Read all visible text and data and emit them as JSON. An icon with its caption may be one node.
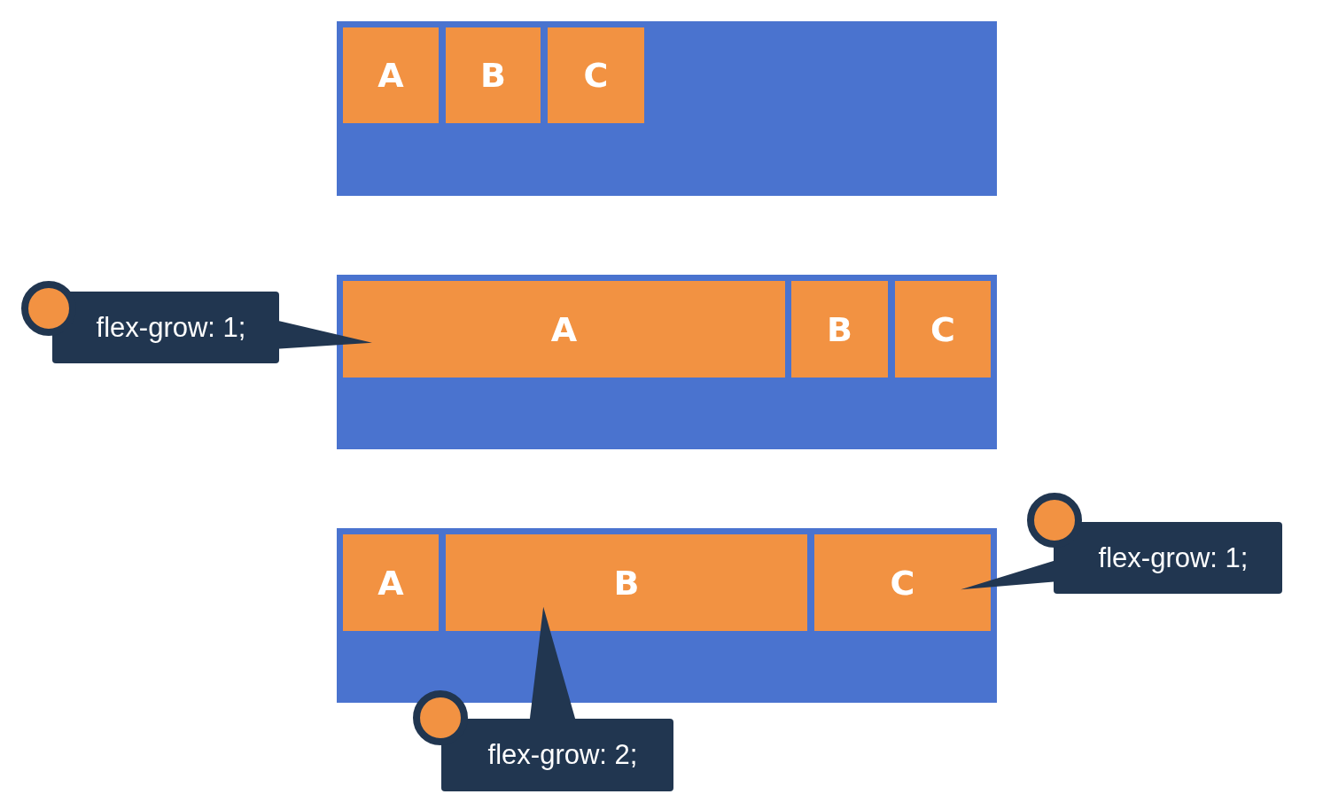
{
  "diagram": {
    "nodes": [
      {
        "text": [],
        "shape": "box"
      },
      {
        "text": [
          "A"
        ],
        "in": 0
      },
      {
        "text": [
          "B"
        ],
        "in": 0
      },
      {
        "text": [
          "C"
        ],
        "in": 0
      },
      {
        "text": [],
        "shape": "box"
      },
      {
        "text": [
          "A"
        ],
        "in": 4
      },
      {
        "text": [
          "B"
        ],
        "in": 4
      },
      {
        "text": [
          "C"
        ],
        "in": 4
      },
      {
        "text": [],
        "shape": "box"
      },
      {
        "text": [
          "A"
        ],
        "in": 8
      },
      {
        "text": [
          "B"
        ],
        "in": 8
      },
      {
        "text": [
          "C"
        ],
        "in": 8
      },
      {
        "text": [
          "flex-grow: 1;"
        ]
      },
      {
        "text": [
          "flex-grow: 1;"
        ]
      },
      {
        "text": [
          "flex-grow: 2;"
        ]
      }
    ],
    "edges": [
      {
        "from": 12,
        "to": 5,
        "arrow": "none"
      },
      {
        "from": 13,
        "to": 11,
        "arrow": "none"
      },
      {
        "from": 14,
        "to": 10,
        "arrow": "none"
      }
    ]
  }
}
